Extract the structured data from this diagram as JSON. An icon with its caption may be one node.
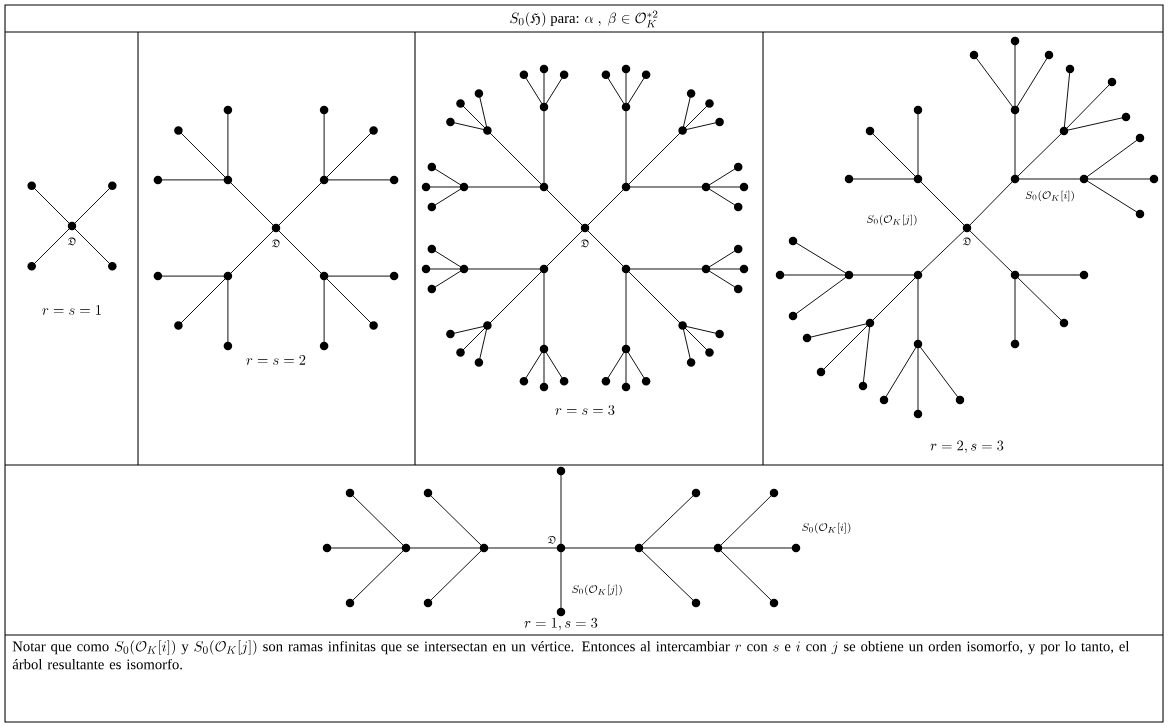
{
  "diagram": {
    "title": "S_0(\\mathfrak{H})\\ \\mbox{para: }\\alpha\\ ,\\ \\beta\\in\\mathcal{O}_K^{*2}",
    "labels": [
      "\\mathfrak{D}",
      "r=s=1",
      "\\mathfrak{D}",
      "r=s=2",
      "\\mathfrak{D}",
      "r=s=3",
      "S_0(\\mathcal{O}_K[j])",
      "S_0(\\mathcal{O}_K[i])",
      "\\mathfrak{D}",
      "r=2,s=3",
      "\\mathfrak{D}",
      "S_0(\\mathcal{O}_K[i])",
      "S_0(\\mathcal{O}_K[j])",
      "r=1,s=3"
    ],
    "caption": "\\relax$Notar que como $S_0(\\mathcal{O}_K[i])$ y $S_0(\\mathcal{O}_K[j])$ son ramas infinitas que se intersectan en un vértice. Entonces al intercambiar $r$ con $s$ e $i$ con $j$ se obtiene un orden isomorfo, y por lo tanto, el árbol resultante es isomorfo.$\\relax"
  }
}
